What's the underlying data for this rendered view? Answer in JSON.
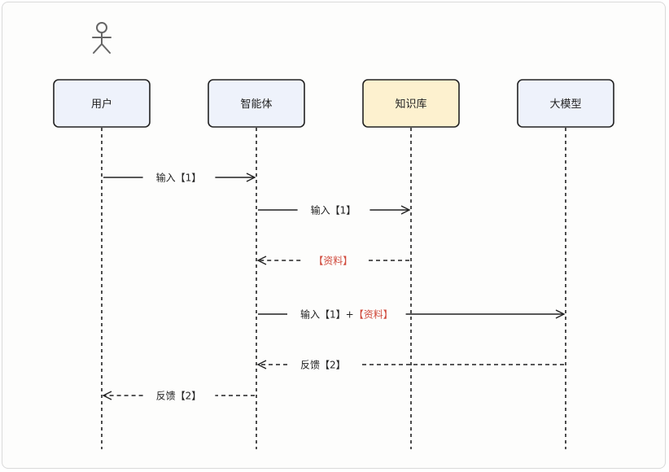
{
  "participants": [
    {
      "id": "user",
      "label": "用户",
      "fill": "#eef2fb"
    },
    {
      "id": "agent",
      "label": "智能体",
      "fill": "#eef2fb"
    },
    {
      "id": "kb",
      "label": "知识库",
      "fill": "#fdf1cf"
    },
    {
      "id": "llm",
      "label": "大模型",
      "fill": "#eef2fb"
    }
  ],
  "actor_icon": "person-icon",
  "colors": {
    "accent_red": "#d04a3c",
    "stroke": "#222222"
  },
  "messages": [
    {
      "from": "user",
      "to": "agent",
      "style": "solid",
      "parts": [
        {
          "text": "输入【1】",
          "color": "default"
        }
      ]
    },
    {
      "from": "agent",
      "to": "kb",
      "style": "solid",
      "parts": [
        {
          "text": "输入【1】",
          "color": "default"
        }
      ]
    },
    {
      "from": "kb",
      "to": "agent",
      "style": "dashed",
      "parts": [
        {
          "text": "【资料】",
          "color": "red"
        }
      ]
    },
    {
      "from": "agent",
      "to": "llm",
      "style": "solid",
      "parts": [
        {
          "text": "输入【1】+",
          "color": "default"
        },
        {
          "text": "【资料】",
          "color": "red"
        }
      ]
    },
    {
      "from": "llm",
      "to": "agent",
      "style": "dashed",
      "parts": [
        {
          "text": "反馈【2】",
          "color": "default"
        }
      ]
    },
    {
      "from": "agent",
      "to": "user",
      "style": "dashed",
      "parts": [
        {
          "text": "反馈【2】",
          "color": "default"
        }
      ]
    }
  ]
}
